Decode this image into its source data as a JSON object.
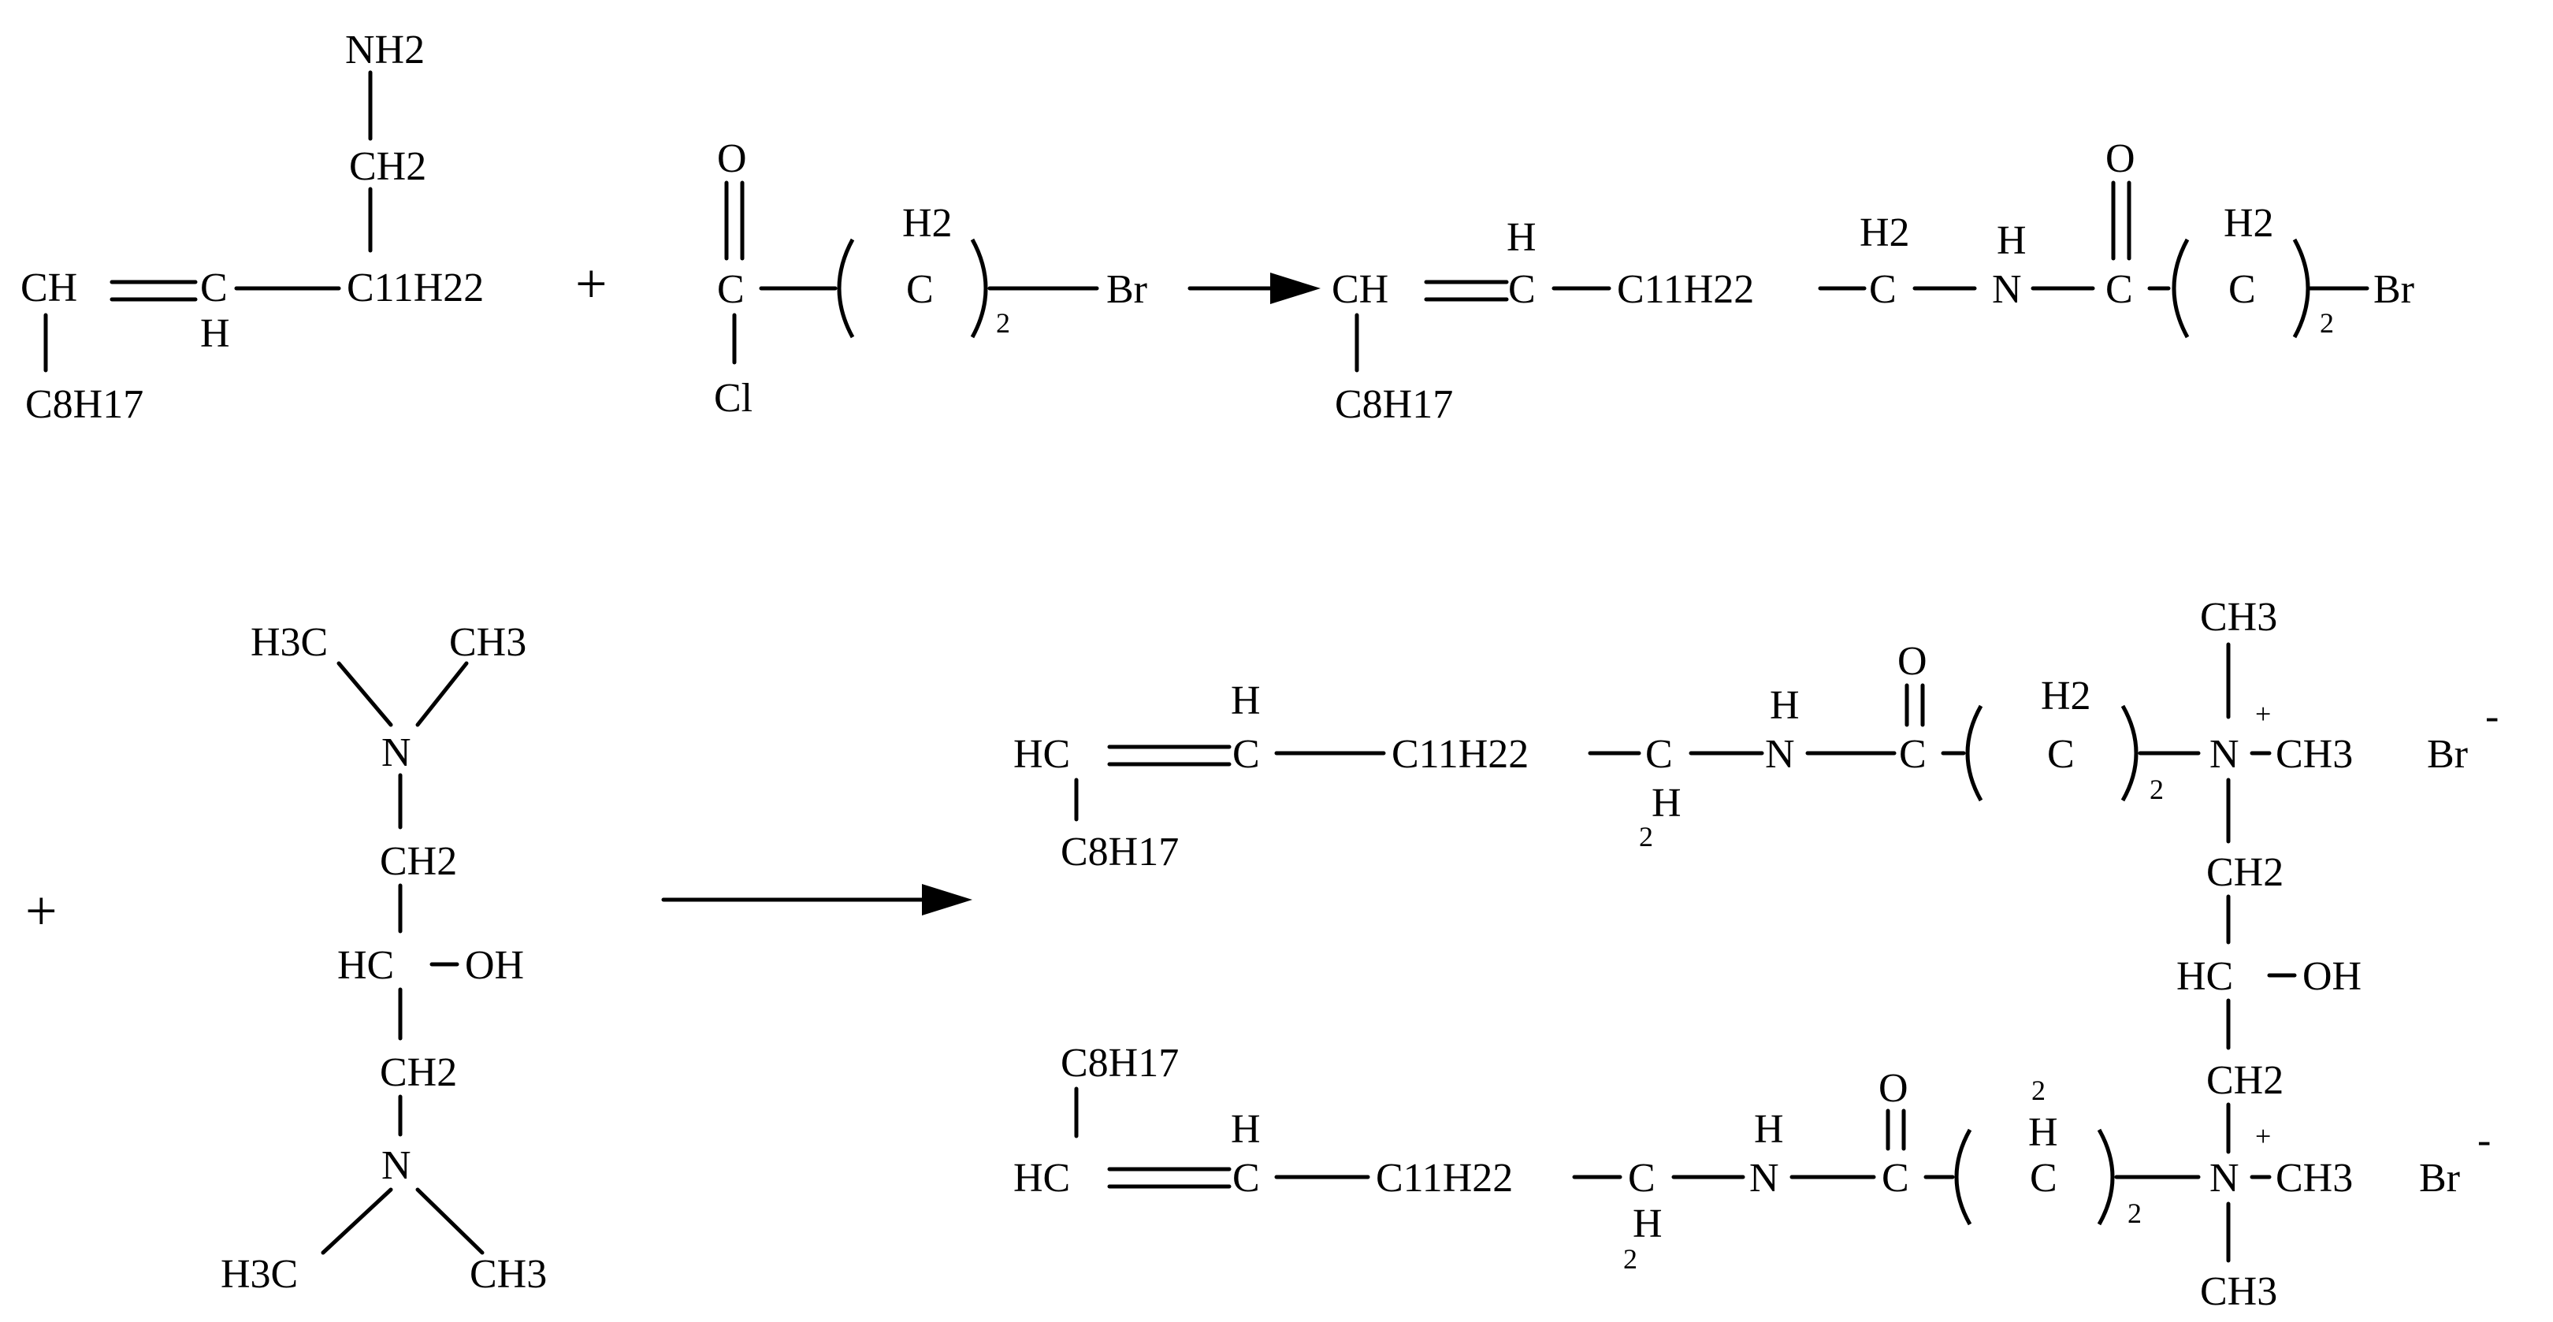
{
  "reaction": {
    "plus_sign": "+",
    "reactant1": {
      "nh2": "NH2",
      "ch2": "CH2",
      "ch": "CH",
      "c": "C",
      "h": "H",
      "c11h22": "C11H22",
      "c8h17": "C8H17"
    },
    "reactant2": {
      "o": "O",
      "c": "C",
      "cl": "Cl",
      "h2": "H2",
      "c_repeat": "C",
      "repeat_n": "2",
      "br": "Br"
    },
    "intermediate": {
      "ch": "CH",
      "h": "H",
      "c": "C",
      "c11h22": "C11H22",
      "h2": "H2",
      "c_ch2": "C",
      "nh_h": "H",
      "n": "N",
      "o": "O",
      "c_carbonyl": "C",
      "c_repeat": "C",
      "repeat_n": "2",
      "br": "Br",
      "c8h17": "C8H17"
    },
    "diamine": {
      "h3c": "H3C",
      "ch3": "CH3",
      "n": "N",
      "ch2": "CH2",
      "hc": "HC",
      "oh": "OH"
    },
    "product": {
      "top": {
        "hc": "HC",
        "h": "H",
        "c": "C",
        "c11h22": "C11H22",
        "c_ch2": "C",
        "h_below": "H",
        "two_below": "2",
        "nh_h": "H",
        "n": "N",
        "o": "O",
        "c_carbonyl": "C",
        "h2": "H2",
        "c_repeat": "C",
        "repeat_n": "2",
        "n_plus": "N",
        "plus": "+",
        "ch3_right": "CH3",
        "ch3_up": "CH3",
        "counterion": "Br",
        "minus": "-",
        "c8h17": "C8H17"
      },
      "bridge": {
        "ch2_top": "CH2",
        "hc": "HC",
        "oh": "OH",
        "ch2_bottom": "CH2"
      },
      "bottom": {
        "c8h17": "C8H17",
        "hc": "HC",
        "h": "H",
        "c": "C",
        "c11h22": "C11H22",
        "c_ch2": "C",
        "h_below": "H",
        "two_below": "2",
        "nh_h": "H",
        "n": "N",
        "o": "O",
        "c_carbonyl": "C",
        "two_above": "2",
        "h_mid": "H",
        "c_repeat": "C",
        "repeat_n": "2",
        "n_plus": "N",
        "plus": "+",
        "ch3_right": "CH3",
        "ch3_down": "CH3",
        "counterion": "Br",
        "minus": "-"
      }
    }
  }
}
